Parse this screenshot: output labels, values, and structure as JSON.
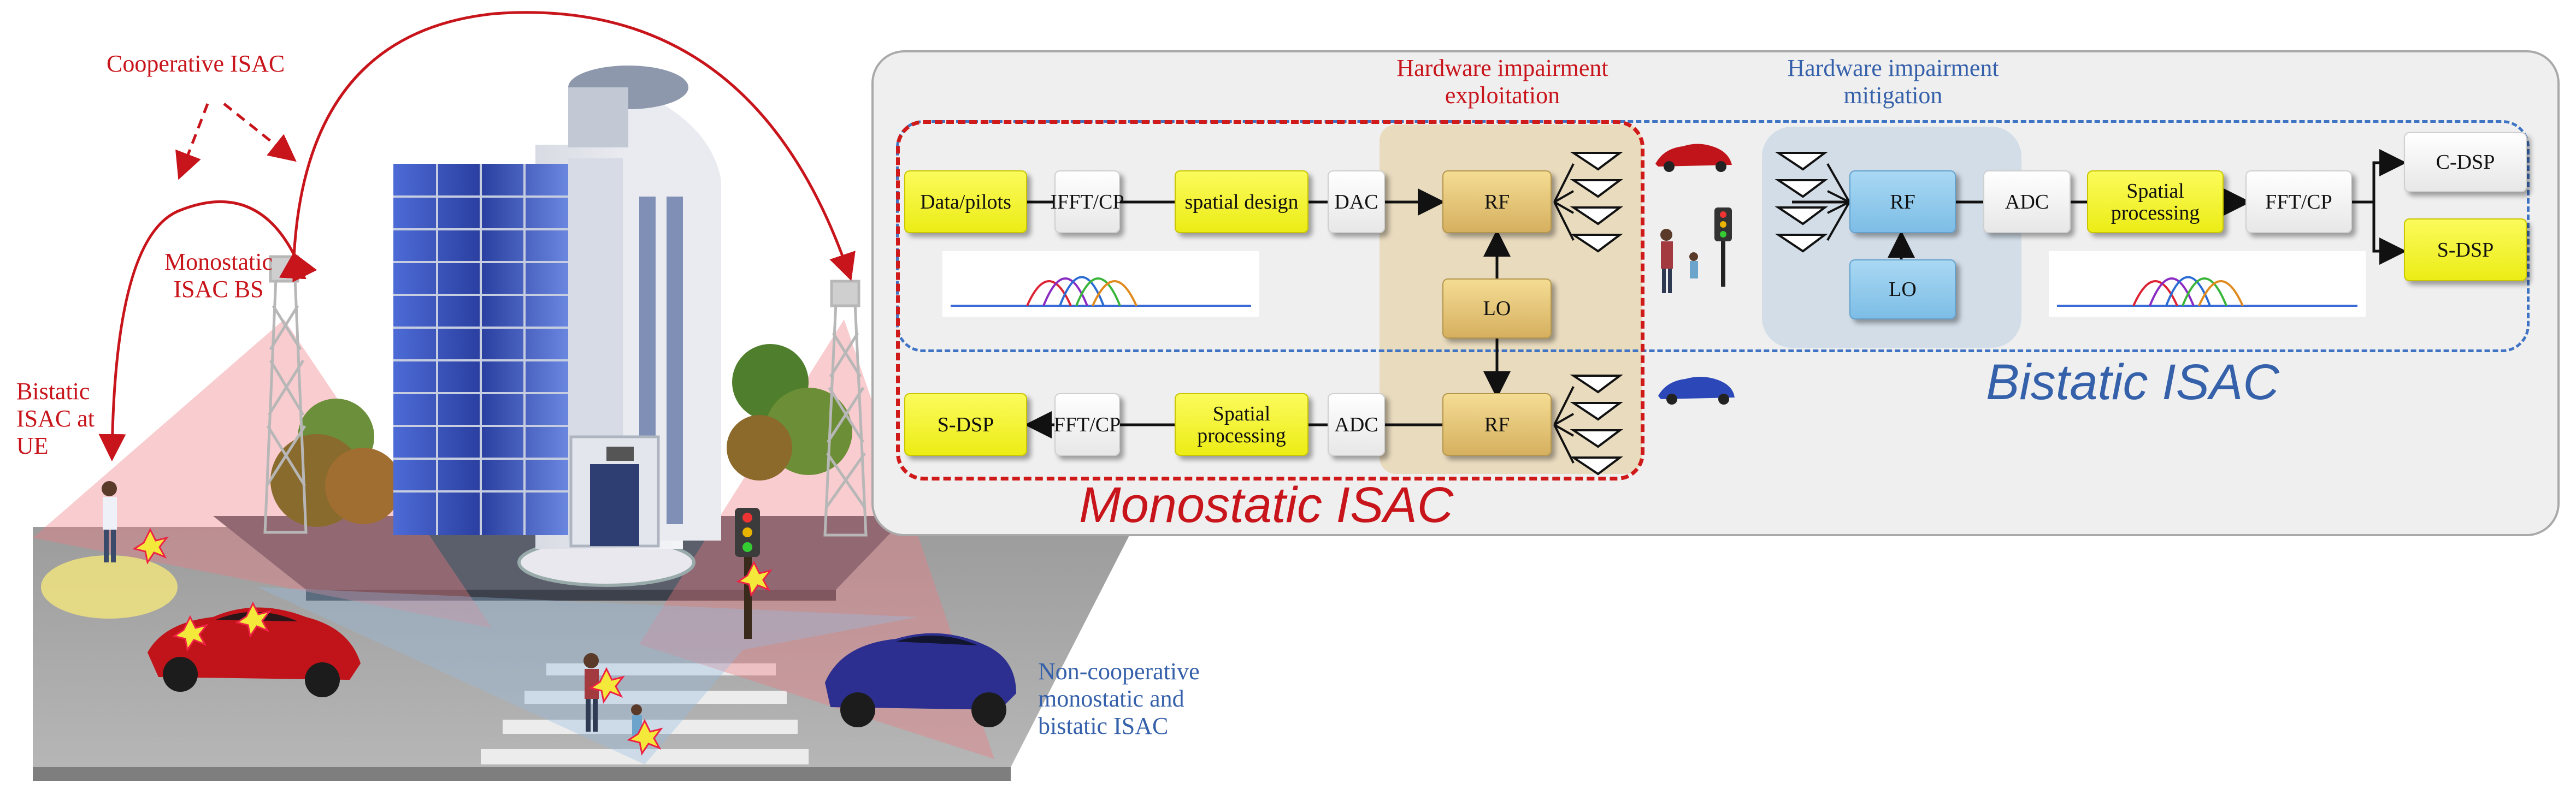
{
  "scene": {
    "cooperative_label": "Cooperative ISAC",
    "monostatic_bs_label": "Monostatic ISAC BS",
    "bistatic_ue_label": "Bistatic ISAC at UE",
    "noncoop_label": "Non-cooperative monostatic and bistatic ISAC"
  },
  "panel": {
    "impairment_exploitation": "Hardware impairment exploitation",
    "impairment_mitigation": "Hardware impairment mitigation",
    "monostatic_title": "Monostatic ISAC",
    "bistatic_title": "Bistatic ISAC"
  },
  "blocks": {
    "data_pilots": "Data/pilots",
    "ifft_cp": "IFFT/CP",
    "spatial_design": "spatial design",
    "dac": "DAC",
    "rf_tx": "RF",
    "lo_mono": "LO",
    "rf_rx": "RF",
    "adc_mono": "ADC",
    "spatial_processing_mono": "Spatial processing",
    "fft_cp_mono": "FFT/CP",
    "s_dsp_mono": "S-DSP",
    "rf_bi": "RF",
    "lo_bi": "LO",
    "adc_bi": "ADC",
    "spatial_processing_bi": "Spatial processing",
    "fft_cp_bi": "FFT/CP",
    "c_dsp": "C-DSP",
    "s_dsp_bi": "S-DSP"
  },
  "colors": {
    "red_text": "#c8141b",
    "blue_text": "#3560aa",
    "block_yellow": "#f3f33a",
    "block_gold": "#e2c57a",
    "block_blue": "#95cdee"
  }
}
